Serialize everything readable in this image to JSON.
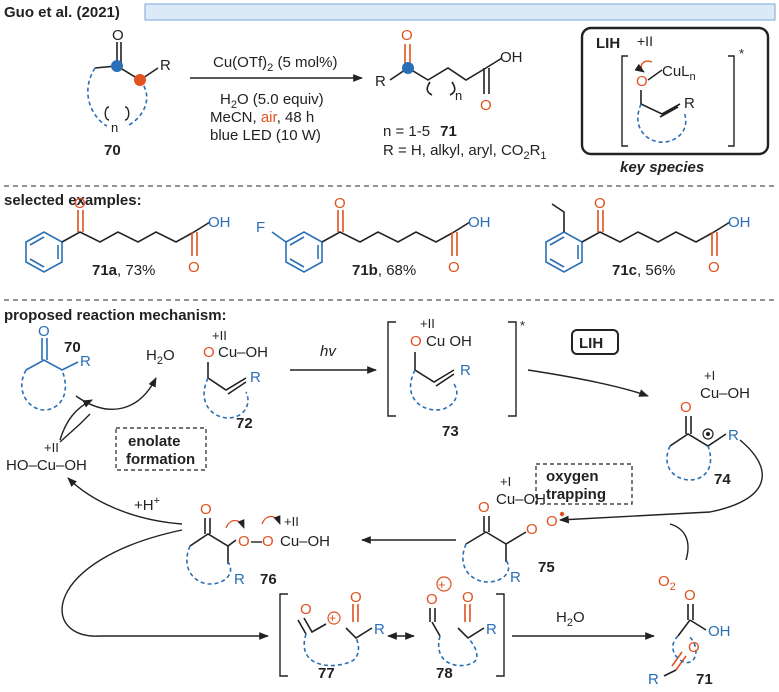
{
  "header": {
    "title": "Guo et al. (2021)"
  },
  "reaction": {
    "reactant_label": "70",
    "reactant_R": "R",
    "reactant_n": "n",
    "catalyst": "Cu(OTf)",
    "catalyst_sub": "2",
    "catalyst_load": " (5 mol%)",
    "water": "H",
    "water_sub": "2",
    "water_rest": "O (5.0 equiv)",
    "solvent_pre": "MeCN, ",
    "solvent_air": "air",
    "solvent_post": ", 48 h",
    "light": "blue LED (10 W)",
    "product_label": "71",
    "product_R": "R",
    "product_n": "n",
    "product_OH": "OH",
    "n_range": "n = 1-5",
    "r_groups_pre": "R = H, alkyl, aryl, CO",
    "r_groups_sub1": "2",
    "r_groups_mid": "R",
    "r_groups_sub2": "1"
  },
  "key_species": {
    "lih": "LIH",
    "charge": "+II",
    "cu": "CuL",
    "cu_sub": "n",
    "star": "*",
    "R": "R",
    "caption": "key species"
  },
  "examples": {
    "heading": "selected examples:",
    "items": [
      {
        "label": "71a",
        "yield": ", 73%",
        "substituent": ""
      },
      {
        "label": "71b",
        "yield": ", 68%",
        "substituent": "F"
      },
      {
        "label": "71c",
        "yield": ", 56%",
        "substituent": ""
      }
    ],
    "OH": "OH"
  },
  "mechanism": {
    "heading": "proposed reaction mechanism:",
    "c70": "70",
    "c72": "72",
    "c73": "73",
    "c74": "74",
    "c75": "75",
    "c76": "76",
    "c77": "77",
    "c78": "78",
    "c71": "71",
    "h2o_out": "H",
    "h2o_out_sub": "2",
    "h2o_out_rest": "O",
    "h2o_in": "H",
    "h2o_in_sub": "2",
    "h2o_in_rest": "O",
    "hv": "hv",
    "lih": "LIH",
    "cu_II": "+II",
    "cu_I": "+I",
    "cu_oh": "Cu–OH",
    "cu_oh_73": "Cu OH",
    "ho_cu_oh": "HO–Cu–OH",
    "enolate_1": "enolate",
    "enolate_2": "formation",
    "oxygen_1": "oxygen",
    "oxygen_2": "trapping",
    "o2": "O",
    "o2_sub": "2",
    "hplus": "+H",
    "hplus_sup": "+",
    "R": "R",
    "O": "O",
    "OH": "OH",
    "star": "*",
    "plus": "+"
  },
  "colors": {
    "blue": "#2a6fb5",
    "red": "#e0521f",
    "black": "#222222",
    "header_bar": "#dce9f7"
  }
}
